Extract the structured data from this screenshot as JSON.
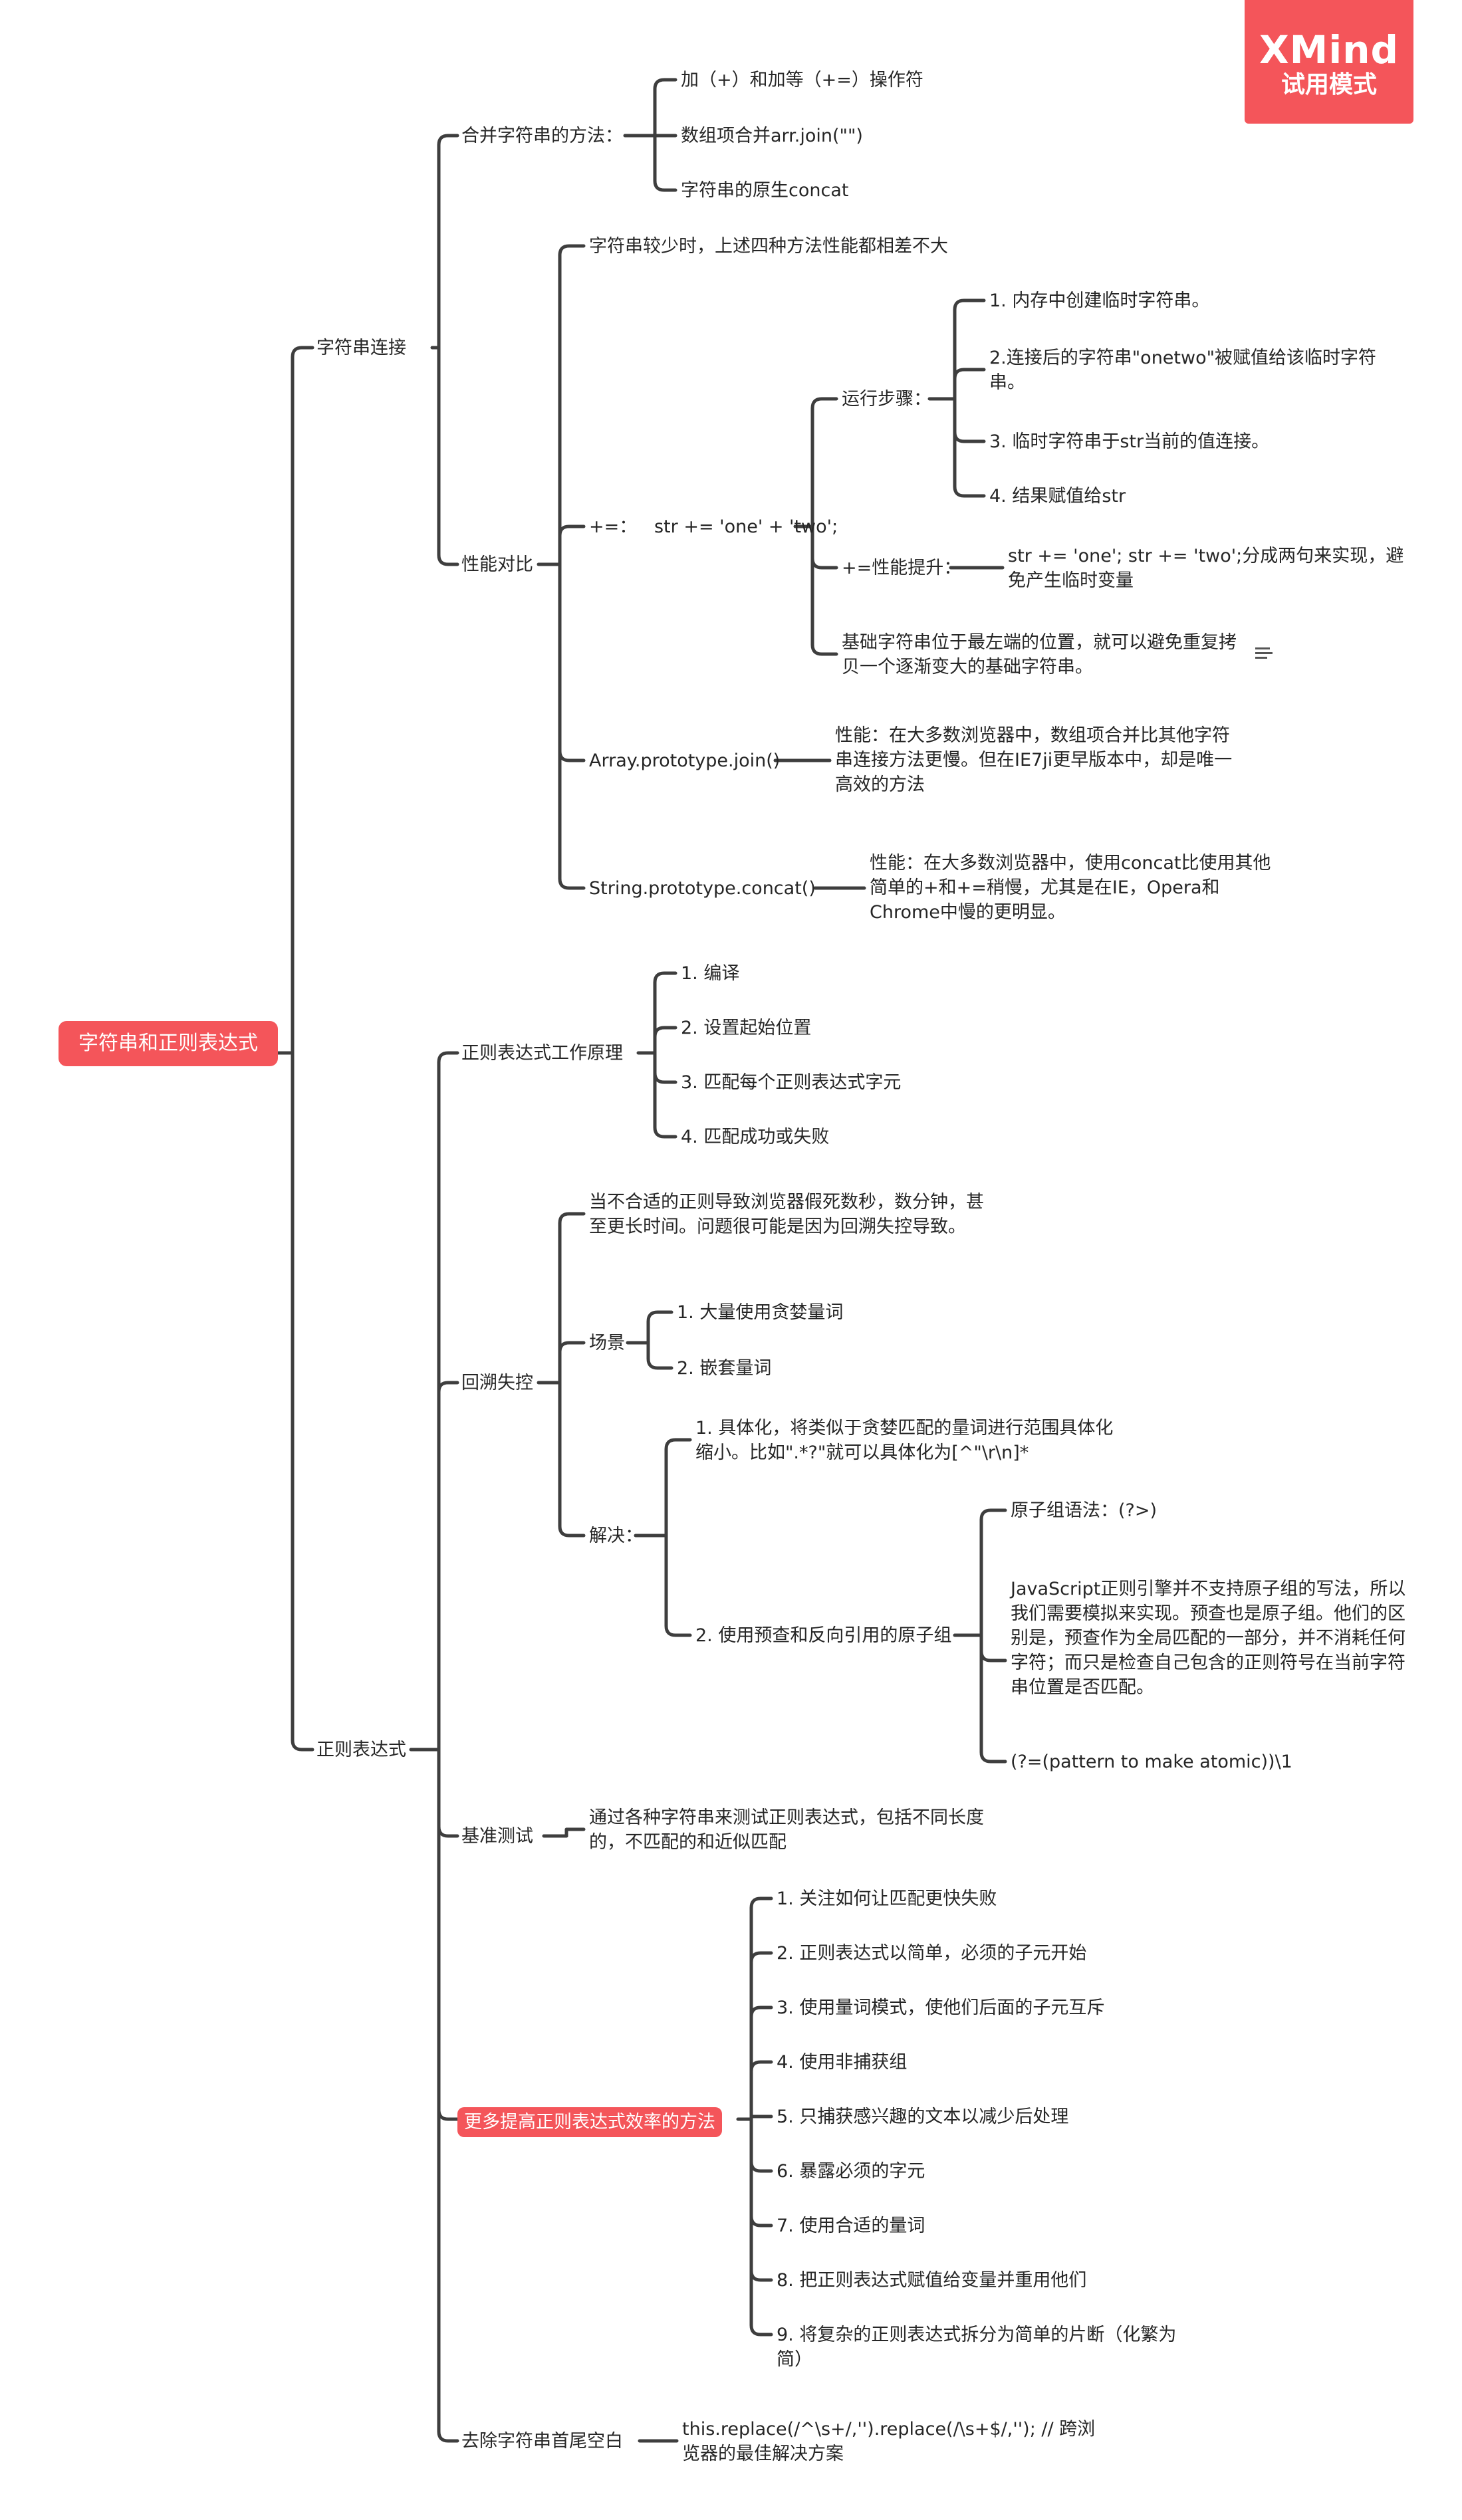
{
  "watermark": {
    "brand": "XMind",
    "mode": "试用模式"
  },
  "root": "字符串和正则表达式",
  "string_concat": {
    "title": "字符串连接",
    "methods": {
      "title": "合并字符串的方法：",
      "items": [
        "加（+）和加等（+=）操作符",
        "数组项合并arr.join(\"\")",
        "字符串的原生concat"
      ]
    },
    "perf": {
      "title": "性能对比",
      "summary": "字符串较少时，上述四种方法性能都相差不大",
      "plus_eq": {
        "title": "+=：   str += 'one' + 'two';",
        "steps_title": "运行步骤：",
        "steps": [
          "1. 内存中创建临时字符串。",
          "2.连接后的字符串\"onetwo\"被赋值给该临时字符串。",
          "3. 临时字符串于str当前的值连接。",
          "4. 结果赋值给str"
        ],
        "improve_title": "+=性能提升：",
        "improve": "str += 'one'; str += 'two';分成两句来实现，避免产生临时变量",
        "base": "基础字符串位于最左端的位置，就可以避免重复拷贝一个逐渐变大的基础字符串。"
      },
      "join": {
        "title": "Array.prototype.join()",
        "desc": "性能：在大多数浏览器中，数组项合并比其他字符串连接方法更慢。但在IE7ji更早版本中，却是唯一高效的方法"
      },
      "concat": {
        "title": "String.prototype.concat()",
        "desc": "性能：在大多数浏览器中，使用concat比使用其他简单的+和+=稍慢，尤其是在IE，Opera和Chrome中慢的更明显。"
      }
    }
  },
  "regex": {
    "title": "正则表达式",
    "work": {
      "title": "正则表达式工作原理",
      "items": [
        "1. 编译",
        "2. 设置起始位置",
        "3. 匹配每个正则表达式字元",
        "4. 匹配成功或失败"
      ]
    },
    "backtrack": {
      "title": "回溯失控",
      "desc": "当不合适的正则导致浏览器假死数秒，数分钟，甚至更长时间。问题很可能是因为回溯失控导致。",
      "scene_title": "场景",
      "scenes": [
        "1. 大量使用贪婪量词",
        "2. 嵌套量词"
      ],
      "solve_title": "解决：",
      "solve1": "1. 具体化，将类似于贪婪匹配的量词进行范围具体化缩小。比如\".*?\"就可以具体化为[^\"\\r\\n]*",
      "solve2": "2. 使用预查和反向引用的原子组",
      "atomic_syntax": "原子组语法：(?>)",
      "atomic_desc": "JavaScript正则引擎并不支持原子组的写法，所以我们需要模拟来实现。预查也是原子组。他们的区别是，预查作为全局匹配的一部分，并不消耗任何字符；而只是检查自己包含的正则符号在当前字符串位置是否匹配。",
      "atomic_pattern": "(?=(pattern to make atomic))\\1"
    },
    "bench": {
      "title": "基准测试",
      "desc": "通过各种字符串来测试正则表达式，包括不同长度的，不匹配的和近似匹配"
    },
    "more": {
      "title": "更多提高正则表达式效率的方法",
      "items": [
        "1. 关注如何让匹配更快失败",
        "2. 正则表达式以简单，必须的子元开始",
        "3. 使用量词模式，使他们后面的子元互斥",
        "4. 使用非捕获组",
        "5. 只捕获感兴趣的文本以减少后处理",
        "6. 暴露必须的字元",
        "7. 使用合适的量词",
        "8. 把正则表达式赋值给变量并重用他们",
        "9. 将复杂的正则表达式拆分为简单的片断（化繁为简）"
      ]
    },
    "trim": {
      "title": "去除字符串首尾空白",
      "desc": "this.replace(/^\\s+/,'').replace(/\\s+$/,''); // 跨浏览器的最佳解决方案"
    }
  }
}
